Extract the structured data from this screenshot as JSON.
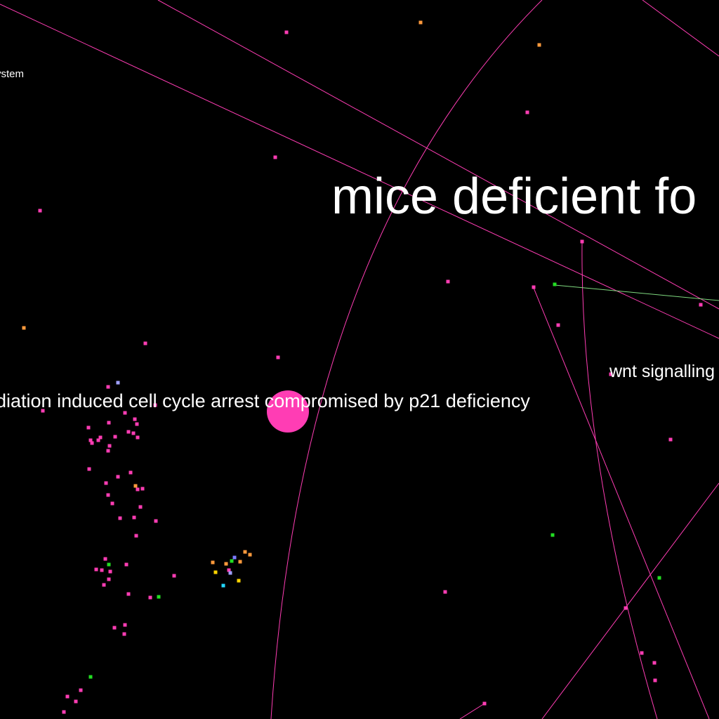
{
  "labels": {
    "system": "ystem",
    "mice": "mice deficient fo",
    "wnt": "wnt signalling",
    "radiation": "diation induced cell cycle arrest compromised by p21 deficiency"
  },
  "colors": {
    "background": "#000000",
    "edge_pink": "#ff3db4",
    "edge_green": "#7fd97f",
    "focus_node": "#ff3db4",
    "pink": "#ff3db4",
    "orange": "#ff9a3c",
    "green": "#22dd22",
    "yellow": "#ffd400",
    "blue": "#7c7cff",
    "cyan": "#22d8ff",
    "lavender": "#a0a0ff"
  }
}
